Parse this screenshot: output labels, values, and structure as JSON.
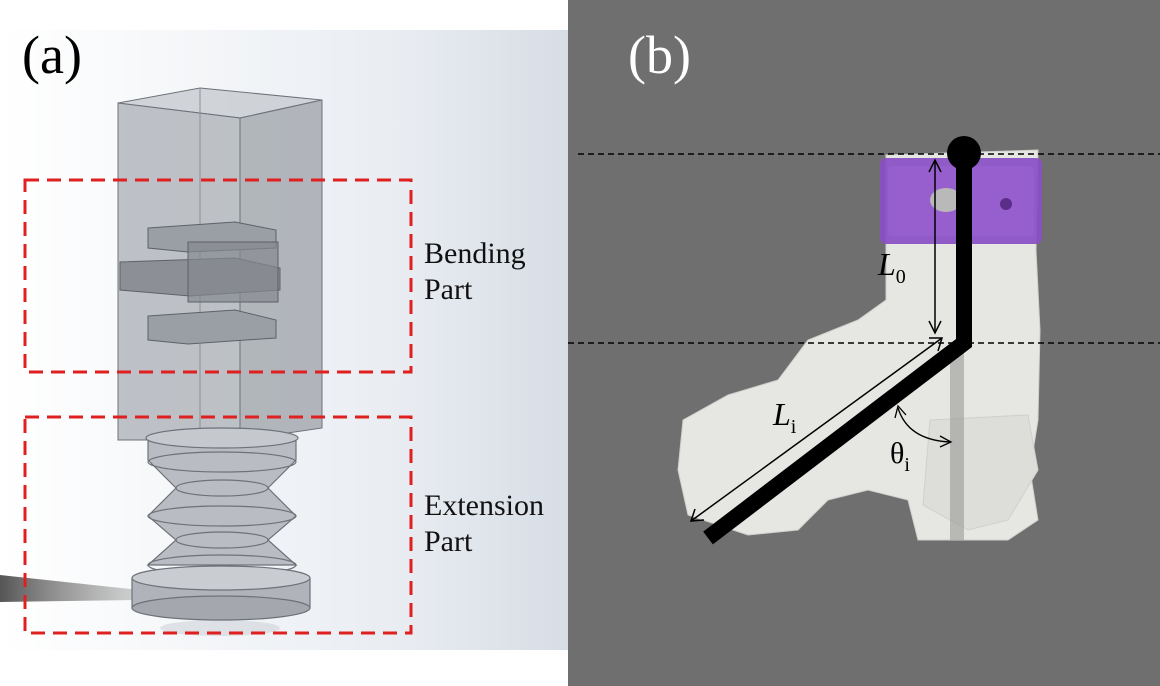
{
  "panel_a": {
    "label": "(a)",
    "bending_label_line1": "Bending",
    "bending_label_line2": "Part",
    "extension_label_line1": "Extension",
    "extension_label_line2": "Part",
    "box_color": "#e02020"
  },
  "panel_b": {
    "label": "(b)",
    "l0_symbol": "L",
    "l0_subscript": "0",
    "li_symbol": "L",
    "li_subscript": "i",
    "theta_symbol": "θ",
    "theta_subscript": "i",
    "cap_color": "#8a4fc4",
    "background_color": "#6f6f6f"
  }
}
